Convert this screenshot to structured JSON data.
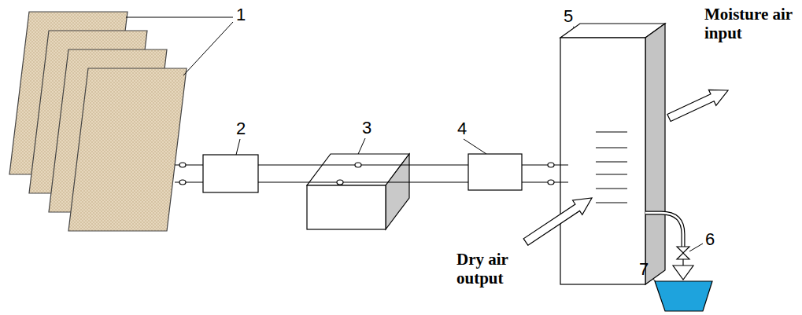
{
  "diagram": {
    "labels": [
      "1",
      "5",
      "Moisture air input",
      "2",
      "3",
      "4",
      "6",
      "Dry air output",
      "7"
    ]
  }
}
